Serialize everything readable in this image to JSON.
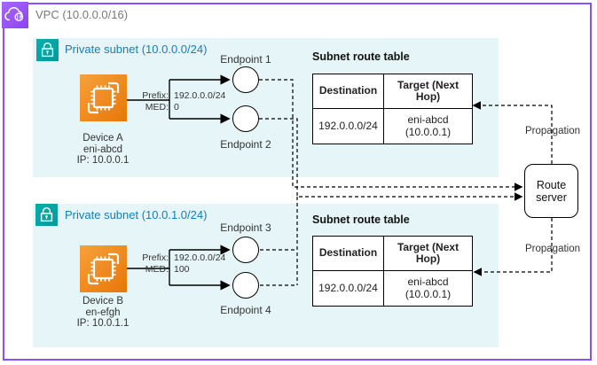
{
  "colors": {
    "vpc_border": "#8C4FFF",
    "subnet_fill": "#E6F5F7",
    "subnet_icon_teal": "#00A4A6",
    "subnet_label_blue": "#147EBA",
    "device_icon_orange": "#ED7100",
    "vpc_label_gray": "#7A7A7A",
    "line_black": "#000000"
  },
  "vpc": {
    "label": "VPC (10.0.0.0/16)"
  },
  "route_server": {
    "label": "Route server"
  },
  "propagation": {
    "top": "Propagation",
    "bottom": "Propagation"
  },
  "subnets": [
    {
      "label": "Private subnet (10.0.0.0/24)",
      "device": {
        "line1": "Device A",
        "line2": "eni-abcd",
        "line3": "IP: 10.0.0.1"
      },
      "bgp": {
        "prefix_key": "Prefix:",
        "prefix_value": "192.0.0.0/24",
        "med_key": "MED:",
        "med_value": "0"
      },
      "endpoints": [
        "Endpoint 1",
        "Endpoint 2"
      ],
      "route_table": {
        "title": "Subnet route table",
        "col1_header": "Destination",
        "col2_header": "Target (Next Hop)",
        "row": {
          "destination": "192.0.0.0/24",
          "target": "eni-abcd\n(10.0.0.1)"
        }
      }
    },
    {
      "label": "Private subnet (10.0.1.0/24)",
      "device": {
        "line1": "Device B",
        "line2": "en-efgh",
        "line3": "IP: 10.0.1.1"
      },
      "bgp": {
        "prefix_key": "Prefix:",
        "prefix_value": "192.0.0.0/24",
        "med_key": "MED:",
        "med_value": "100"
      },
      "endpoints": [
        "Endpoint 3",
        "Endpoint 4"
      ],
      "route_table": {
        "title": "Subnet route table",
        "col1_header": "Destination",
        "col2_header": "Target (Next Hop)",
        "row": {
          "destination": "192.0.0.0/24",
          "target": "eni-abcd\n(10.0.0.1)"
        }
      }
    }
  ]
}
